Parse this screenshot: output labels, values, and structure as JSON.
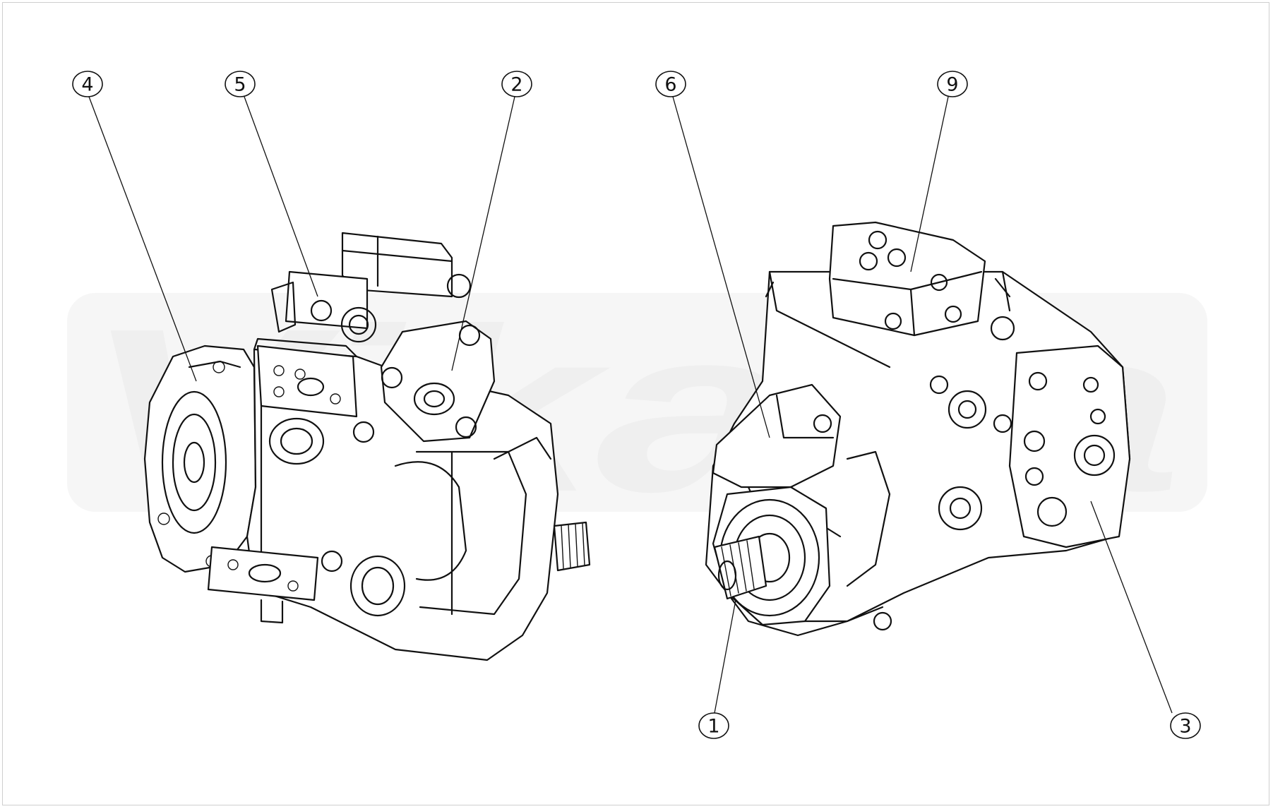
{
  "watermark": "Vikaka",
  "callouts": [
    {
      "id": "4",
      "label": "4"
    },
    {
      "id": "5",
      "label": "5"
    },
    {
      "id": "2",
      "label": "2"
    },
    {
      "id": "6",
      "label": "6"
    },
    {
      "id": "9",
      "label": "9"
    },
    {
      "id": "1",
      "label": "1"
    },
    {
      "id": "3",
      "label": "3"
    }
  ]
}
